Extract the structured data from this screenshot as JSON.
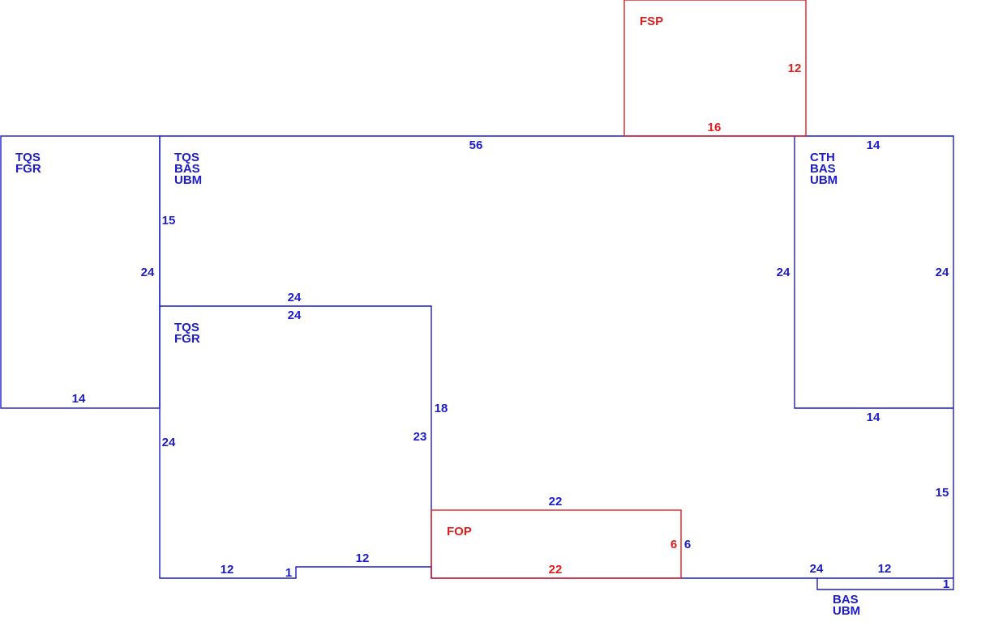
{
  "colors": {
    "main_structure": "#1c1cc8",
    "porch": "#e01e1e"
  },
  "areas": {
    "left_wing_codes": [
      "TQS",
      "FGR"
    ],
    "main_codes": [
      "TQS",
      "BAS",
      "UBM"
    ],
    "center_codes": [
      "TQS",
      "FGR"
    ],
    "right_wing_codes": [
      "CTH",
      "BAS",
      "UBM"
    ],
    "bump_codes": [
      "BAS",
      "UBM"
    ],
    "front_porch_code": "FOP",
    "rear_porch_code": "FSP"
  },
  "dimensions": {
    "main_top": "56",
    "left_wing_right": "24",
    "left_wing_bottom": "14",
    "main_left_upper": "15",
    "center_top_outer": "24",
    "center_top_inner": "24",
    "center_left": "24",
    "center_right_outer": "18",
    "center_right_inner": "23",
    "bottom_left": "12",
    "bottom_jog": "1",
    "bottom_mid": "12",
    "fop_top": "22",
    "fop_bottom": "22",
    "fop_right_inner": "6",
    "fop_right_outer": "6",
    "fsp_right": "12",
    "fsp_bottom": "16",
    "right_wing_top": "14",
    "right_wing_left": "24",
    "right_wing_right": "24",
    "right_wing_bottom": "14",
    "right_lower": "15",
    "bottom_right": "24",
    "bump_top": "12",
    "bump_right": "1"
  }
}
